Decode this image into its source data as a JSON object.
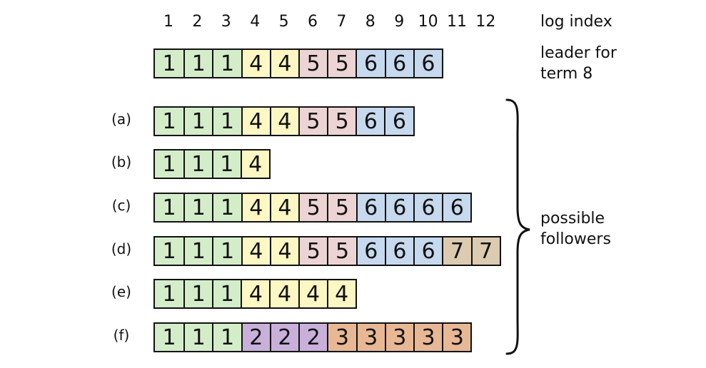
{
  "header": {
    "index_label": "log index",
    "indices": [
      "1",
      "2",
      "3",
      "4",
      "5",
      "6",
      "7",
      "8",
      "9",
      "10",
      "11",
      "12"
    ]
  },
  "colors": {
    "1": "#d4edc9",
    "2": "#c9b0db",
    "3": "#e8b894",
    "4": "#fdf7c3",
    "5": "#edd4d4",
    "6": "#c6d9ee",
    "7": "#dccbb0"
  },
  "leader": {
    "label_line1": "leader for",
    "label_line2": "term 8",
    "entries": [
      1,
      1,
      1,
      4,
      4,
      5,
      5,
      6,
      6,
      6
    ]
  },
  "followers_label": {
    "line1": "possible",
    "line2": "followers"
  },
  "followers": [
    {
      "label": "(a)",
      "entries": [
        1,
        1,
        1,
        4,
        4,
        5,
        5,
        6,
        6
      ]
    },
    {
      "label": "(b)",
      "entries": [
        1,
        1,
        1,
        4
      ]
    },
    {
      "label": "(c)",
      "entries": [
        1,
        1,
        1,
        4,
        4,
        5,
        5,
        6,
        6,
        6,
        6
      ]
    },
    {
      "label": "(d)",
      "entries": [
        1,
        1,
        1,
        4,
        4,
        5,
        5,
        6,
        6,
        6,
        7,
        7
      ]
    },
    {
      "label": "(e)",
      "entries": [
        1,
        1,
        1,
        4,
        4,
        4,
        4
      ]
    },
    {
      "label": "(f)",
      "entries": [
        1,
        1,
        1,
        2,
        2,
        2,
        3,
        3,
        3,
        3,
        3
      ]
    }
  ]
}
